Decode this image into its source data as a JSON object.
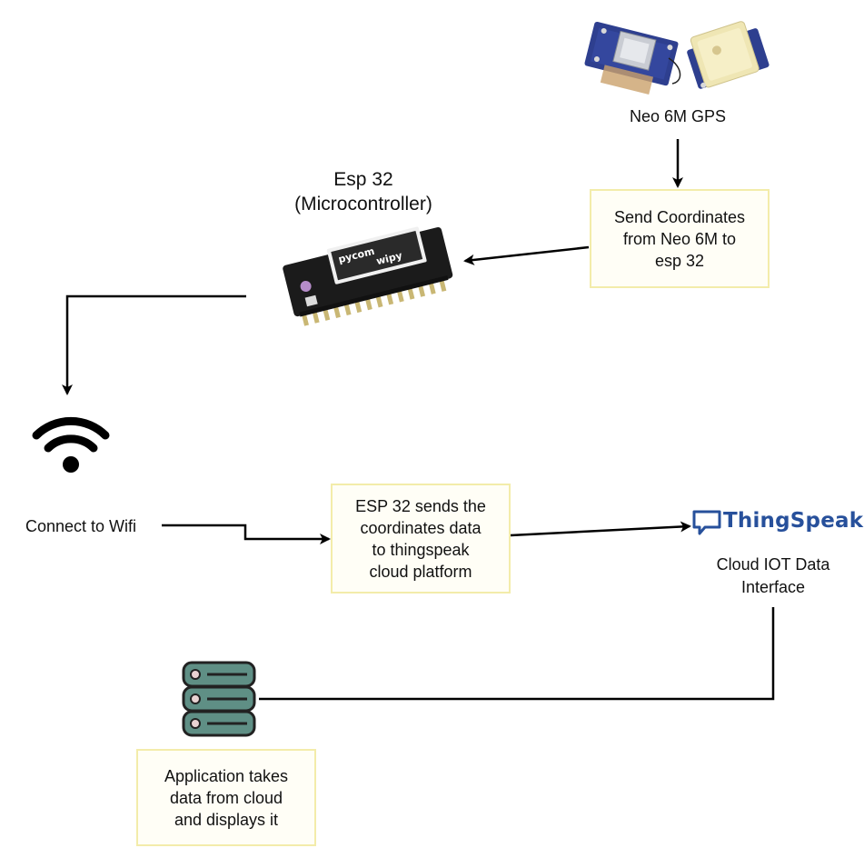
{
  "gps": {
    "label": "Neo 6M GPS"
  },
  "esp32": {
    "title_line1": "Esp 32",
    "title_line2": "(Microcontroller)",
    "board_text_1": "pycom",
    "board_text_2": "wipy"
  },
  "send_coordinates_box": {
    "lines": [
      "Send Coordinates",
      "from Neo 6M to",
      "esp 32"
    ]
  },
  "wifi": {
    "label": "Connect to Wifi"
  },
  "esp_sends_box": {
    "lines": [
      "ESP 32 sends the",
      "coordinates data",
      "to thingspeak",
      "cloud platform"
    ]
  },
  "thingspeak": {
    "logo_text": "ThingSpeak",
    "label_line1": "Cloud IOT Data",
    "label_line2": "Interface"
  },
  "application_box": {
    "lines": [
      "Application takes",
      "data from cloud",
      "and displays it"
    ]
  },
  "icons": [
    "gps-module-image",
    "esp32-board-image",
    "wifi-icon",
    "thingspeak-logo-icon",
    "database-icon"
  ]
}
